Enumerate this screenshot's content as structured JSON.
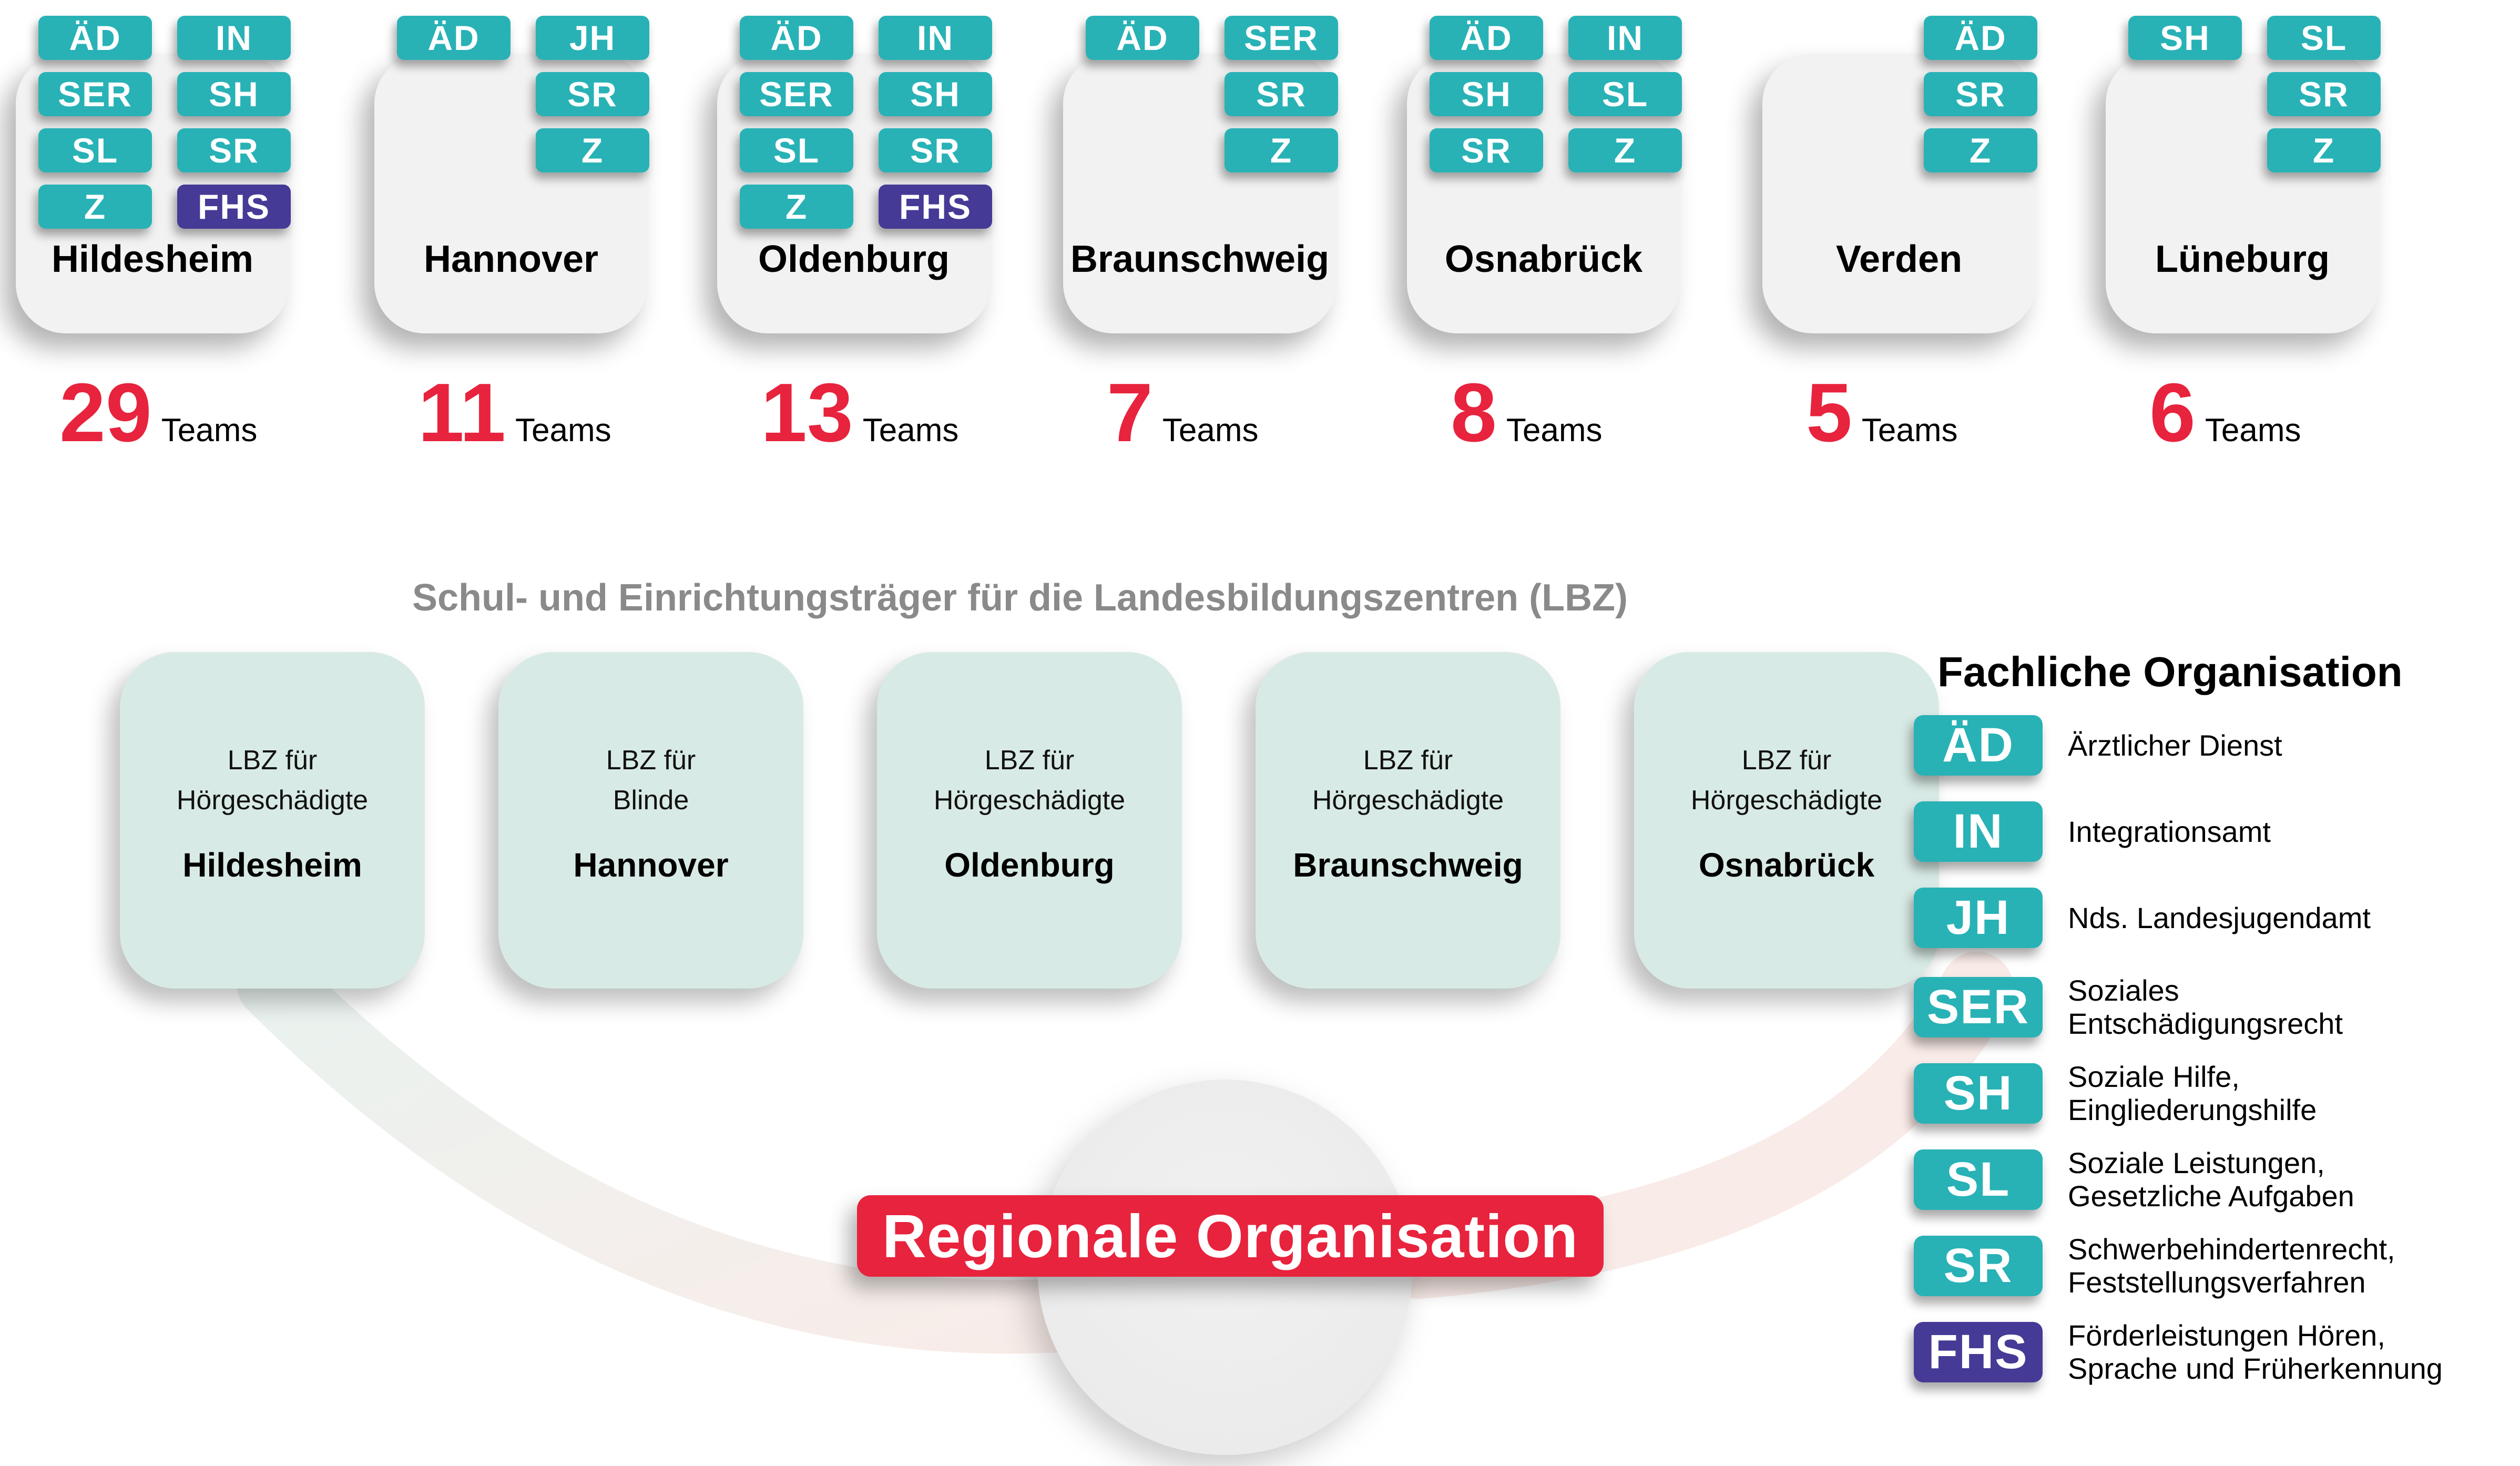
{
  "colors": {
    "teal": "#28b2b6",
    "purple": "#453a96",
    "red": "#e8233d",
    "mint": "#d8eae5",
    "cardgray": "#f2f2f2",
    "titlegray": "#8a8a8a",
    "circlegray": "#ededed",
    "swoosh_mint": "#e9f2ef",
    "swoosh_pink": "#f9ebe7"
  },
  "labels": {
    "teams_suffix": "Teams"
  },
  "regions": [
    {
      "name": "Hildesheim",
      "teams": "29",
      "col1": [
        {
          "label": "ÄD",
          "color": "teal"
        },
        {
          "label": "SER",
          "color": "teal"
        },
        {
          "label": "SL",
          "color": "teal"
        },
        {
          "label": "Z",
          "color": "teal"
        }
      ],
      "col2": [
        {
          "label": "IN",
          "color": "teal"
        },
        {
          "label": "SH",
          "color": "teal"
        },
        {
          "label": "SR",
          "color": "teal"
        },
        {
          "label": "FHS",
          "color": "purple"
        }
      ]
    },
    {
      "name": "Hannover",
      "teams": "11",
      "col1": [
        {
          "label": "ÄD",
          "color": "teal"
        }
      ],
      "col2": [
        {
          "label": "JH",
          "color": "teal"
        },
        {
          "label": "SR",
          "color": "teal"
        },
        {
          "label": "Z",
          "color": "teal"
        }
      ]
    },
    {
      "name": "Oldenburg",
      "teams": "13",
      "col1": [
        {
          "label": "ÄD",
          "color": "teal"
        },
        {
          "label": "SER",
          "color": "teal"
        },
        {
          "label": "SL",
          "color": "teal"
        },
        {
          "label": "Z",
          "color": "teal"
        }
      ],
      "col2": [
        {
          "label": "IN",
          "color": "teal"
        },
        {
          "label": "SH",
          "color": "teal"
        },
        {
          "label": "SR",
          "color": "teal"
        },
        {
          "label": "FHS",
          "color": "purple"
        }
      ]
    },
    {
      "name": "Braunschweig",
      "teams": "7",
      "col1": [
        {
          "label": "ÄD",
          "color": "teal"
        }
      ],
      "col2": [
        {
          "label": "SER",
          "color": "teal"
        },
        {
          "label": "SR",
          "color": "teal"
        },
        {
          "label": "Z",
          "color": "teal"
        }
      ]
    },
    {
      "name": "Osnabrück",
      "teams": "8",
      "col1": [
        {
          "label": "ÄD",
          "color": "teal"
        },
        {
          "label": "SH",
          "color": "teal"
        },
        {
          "label": "SR",
          "color": "teal"
        }
      ],
      "col2": [
        {
          "label": "IN",
          "color": "teal"
        },
        {
          "label": "SL",
          "color": "teal"
        },
        {
          "label": "Z",
          "color": "teal"
        }
      ]
    },
    {
      "name": "Verden",
      "teams": "5",
      "col1": [],
      "col2": [
        {
          "label": "ÄD",
          "color": "teal"
        },
        {
          "label": "SR",
          "color": "teal"
        },
        {
          "label": "Z",
          "color": "teal"
        }
      ]
    },
    {
      "name": "Lüneburg",
      "teams": "6",
      "col1": [
        {
          "label": "SH",
          "color": "teal"
        }
      ],
      "col2": [
        {
          "label": "SL",
          "color": "teal"
        },
        {
          "label": "SR",
          "color": "teal"
        },
        {
          "label": "Z",
          "color": "teal"
        }
      ]
    }
  ],
  "lbz_section": {
    "title": "Schul- und Einrichtungsträger für die Landesbildungszentren (LBZ)",
    "cards": [
      {
        "line1": "LBZ für",
        "line2": "Hörgeschädigte",
        "city": "Hildesheim"
      },
      {
        "line1": "LBZ für",
        "line2": "Blinde",
        "city": "Hannover"
      },
      {
        "line1": "LBZ für",
        "line2": "Hörgeschädigte",
        "city": "Oldenburg"
      },
      {
        "line1": "LBZ für",
        "line2": "Hörgeschädigte",
        "city": "Braunschweig"
      },
      {
        "line1": "LBZ für",
        "line2": "Hörgeschädigte",
        "city": "Osnabrück"
      }
    ]
  },
  "legend": {
    "title": "Fachliche Organisation",
    "items": [
      {
        "abbr": "ÄD",
        "color": "teal",
        "lines": [
          "Ärztlicher Dienst"
        ]
      },
      {
        "abbr": "IN",
        "color": "teal",
        "lines": [
          "Integrationsamt"
        ]
      },
      {
        "abbr": "JH",
        "color": "teal",
        "lines": [
          "Nds. Landesjugendamt"
        ]
      },
      {
        "abbr": "SER",
        "color": "teal",
        "lines": [
          "Soziales",
          "Entschädigungsrecht"
        ]
      },
      {
        "abbr": "SH",
        "color": "teal",
        "lines": [
          "Soziale Hilfe,",
          "Eingliederungshilfe"
        ]
      },
      {
        "abbr": "SL",
        "color": "teal",
        "lines": [
          "Soziale Leistungen,",
          "Gesetzliche Aufgaben"
        ]
      },
      {
        "abbr": "SR",
        "color": "teal",
        "lines": [
          "Schwerbehindertenrecht,",
          "Feststellungsverfahren"
        ]
      },
      {
        "abbr": "FHS",
        "color": "purple",
        "lines": [
          "Förderleistungen Hören,",
          "Sprache und Früherkennung"
        ]
      }
    ]
  },
  "banner": {
    "label": "Regionale Organisation"
  }
}
